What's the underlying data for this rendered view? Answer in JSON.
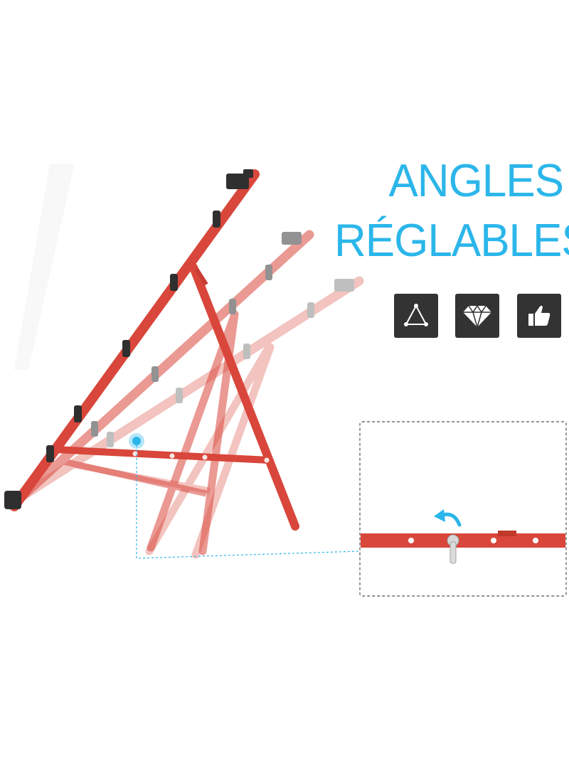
{
  "headline": {
    "line1": "ANGLES",
    "line2": "RÉGLABLES"
  },
  "feature_badges": [
    {
      "icon": "triangle-icon"
    },
    {
      "icon": "diamond-icon"
    },
    {
      "icon": "thumbs-up-icon"
    }
  ],
  "colors": {
    "accent": "#2bb6ea",
    "easel_red": "#d9463b",
    "badge_bg": "#333333"
  },
  "hardware": {
    "fixed_easel_positions": 3,
    "crossbar_holes": 4
  }
}
